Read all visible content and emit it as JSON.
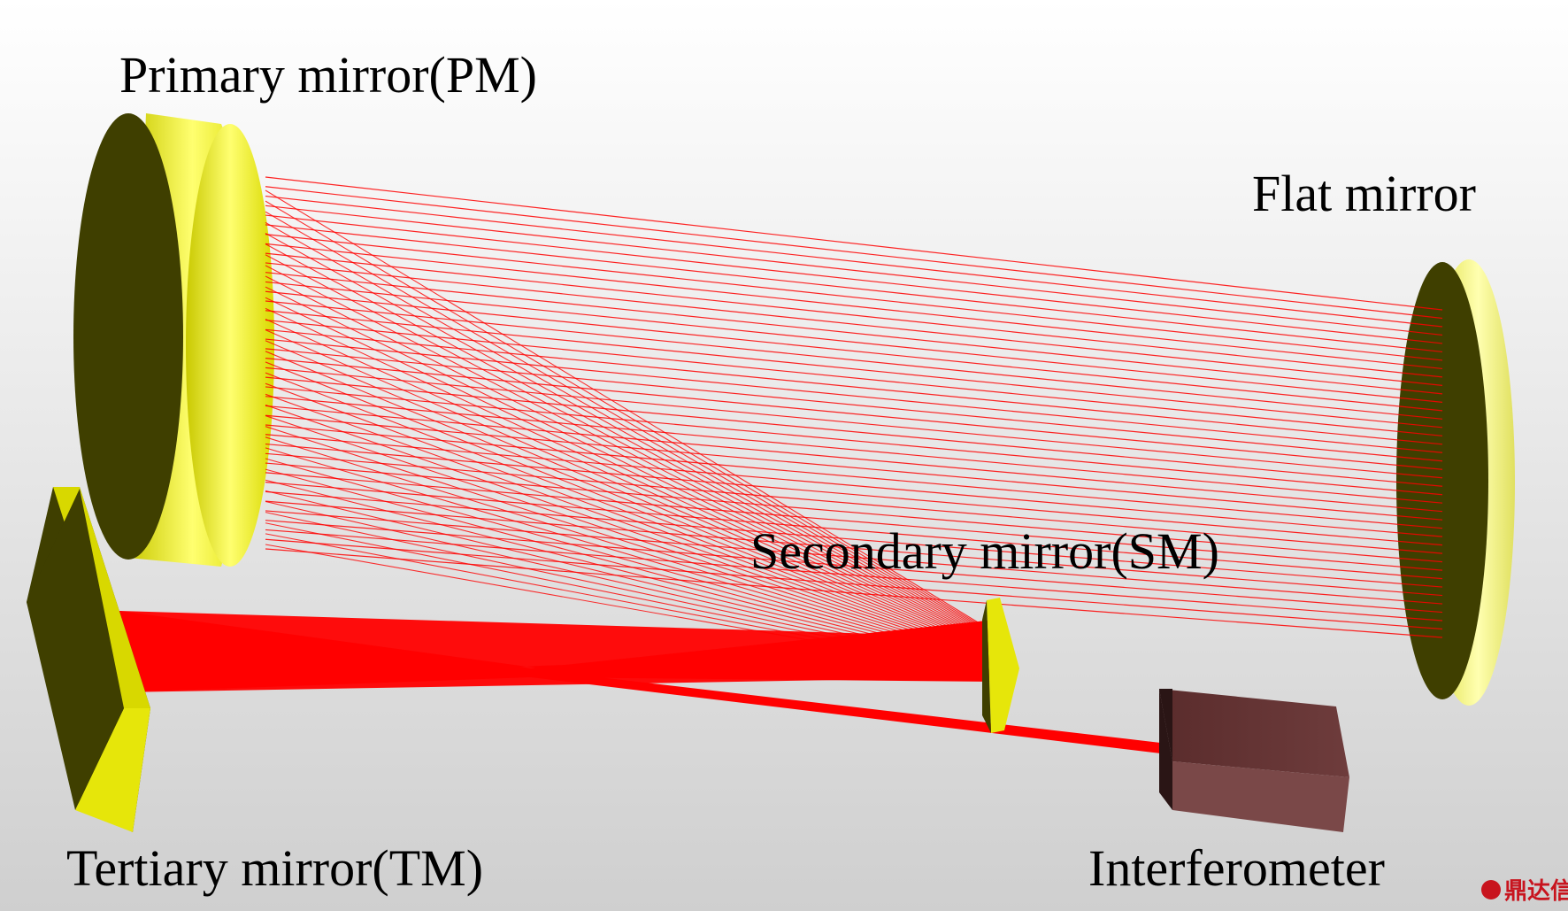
{
  "labels": {
    "primary_mirror": "Primary mirror(PM)",
    "flat_mirror": "Flat mirror",
    "secondary_mirror": "Secondary mirror(SM)",
    "tertiary_mirror": "Tertiary mirror(TM)",
    "interferometer": "Interferometer"
  },
  "watermark": "鼎达信",
  "colors": {
    "background_top": "#ffffff",
    "background_bottom": "#cfcfcf",
    "mirror_rim": "#e6e60a",
    "mirror_face": "#3f3f00",
    "ray": "#ff0000",
    "interferometer_body": "#6b3a3a",
    "interferometer_front": "#2a1515",
    "watermark": "#c8141e"
  }
}
